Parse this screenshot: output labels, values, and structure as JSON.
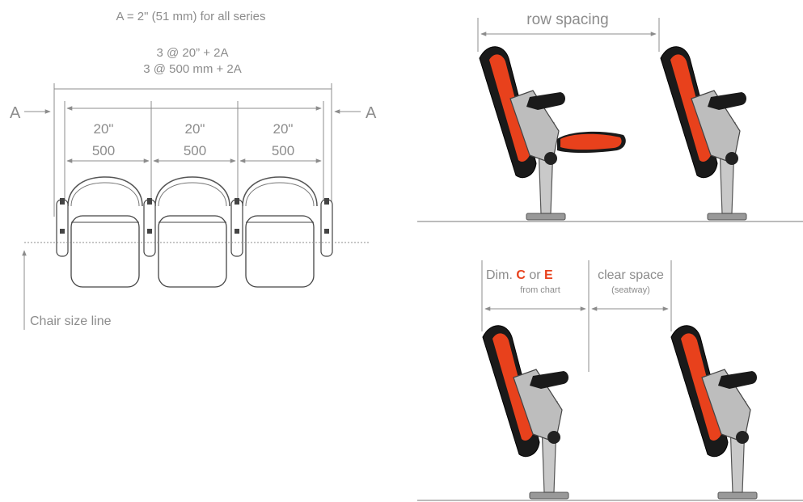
{
  "plan": {
    "note_a": "A = 2\" (51 mm) for all series",
    "formula_in": "3 @ 20” + 2A",
    "formula_mm": "3 @ 500 mm + 2A",
    "label_a": "A",
    "seat_widths_in": [
      "20\"",
      "20\"",
      "20\""
    ],
    "seat_widths_mm": [
      "500",
      "500",
      "500"
    ],
    "chair_size_line": "Chair size line"
  },
  "side_top": {
    "row_spacing": "row spacing"
  },
  "side_bottom": {
    "dim_prefix": "Dim. ",
    "dim_c": "C",
    "dim_or": " or ",
    "dim_e": "E",
    "from_chart": "from chart",
    "clear_space": "clear space",
    "seatway": "(seatway)"
  },
  "colors": {
    "upholstery": "#e8411c",
    "frame": "#1a1a1a",
    "metal": "#b5b5b5",
    "dimension": "#8c8c8c"
  }
}
